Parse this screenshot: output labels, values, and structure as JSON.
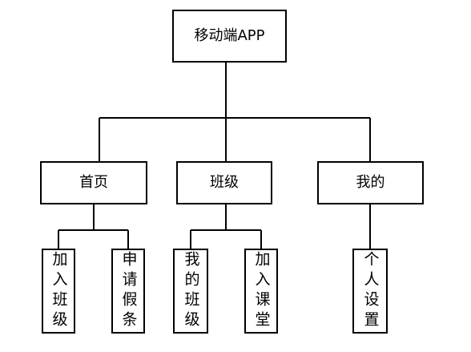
{
  "diagram": {
    "root": {
      "label": "移动端APP"
    },
    "level1": [
      {
        "label": "首页"
      },
      {
        "label": "班级"
      },
      {
        "label": "我的"
      }
    ],
    "leaves": [
      {
        "label": "加入班级"
      },
      {
        "label": "申请假条"
      },
      {
        "label": "我的班级"
      },
      {
        "label": "加入课堂"
      },
      {
        "label": "个人设置"
      }
    ],
    "colors": {
      "stroke": "#000000",
      "fill": "#ffffff",
      "text": "#000000"
    }
  }
}
